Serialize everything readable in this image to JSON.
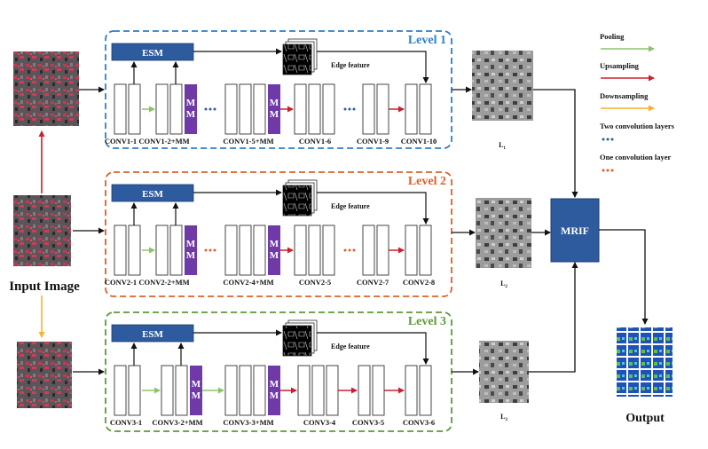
{
  "colors": {
    "level1": "#2f7fc8",
    "level2": "#d9622b",
    "level3": "#5a9a3a",
    "esm": "#2e5a9e",
    "mm": "#6f3aa8",
    "pooling": "#8dc26a",
    "upsampling": "#c8202f",
    "downsampling": "#f6b12d",
    "dots_two": "#2e5a9e",
    "dots_one": "#d9622b",
    "arrow": "#111111"
  },
  "input": {
    "label": "Input Image"
  },
  "output": {
    "label": "Output"
  },
  "mrif": {
    "label": "MRIF"
  },
  "levels": [
    {
      "title": "Level 1",
      "esm_label": "ESM",
      "edge_label": "Edge feature",
      "mm_label": "M\nM",
      "layers": [
        "CONV1-1",
        "CONV1-2+MM",
        "CONV1-5+MM",
        "CONV1-6",
        "CONV1-9",
        "CONV1-10"
      ],
      "result_label": "L",
      "result_sub": "1"
    },
    {
      "title": "Level 2",
      "esm_label": "ESM",
      "edge_label": "Edge feature",
      "mm_label": "M\nM",
      "layers": [
        "CONV2-1",
        "CONV2-2+MM",
        "CONV2-4+MM",
        "CONV2-5",
        "CONV2-7",
        "CONV2-8"
      ],
      "result_label": "L",
      "result_sub": "2"
    },
    {
      "title": "Level 3",
      "esm_label": "ESM",
      "edge_label": "Edge feature",
      "mm_label": "M\nM",
      "layers": [
        "CONV3-1",
        "CONV3-2+MM",
        "CONV3-3+MM",
        "CONV3-4",
        "CONV3-5",
        "CONV3-6"
      ],
      "result_label": "L",
      "result_sub": "3"
    }
  ],
  "legend": {
    "items": [
      {
        "label": "Pooling",
        "kind": "arrow",
        "color_key": "pooling"
      },
      {
        "label": "Upsampling",
        "kind": "arrow",
        "color_key": "upsampling"
      },
      {
        "label": "Downsampling",
        "kind": "arrow",
        "color_key": "downsampling"
      },
      {
        "label": "Two convolution layers",
        "kind": "dots",
        "color_key": "dots_two"
      },
      {
        "label": "One convolution layer",
        "kind": "dots",
        "color_key": "dots_one"
      }
    ]
  }
}
